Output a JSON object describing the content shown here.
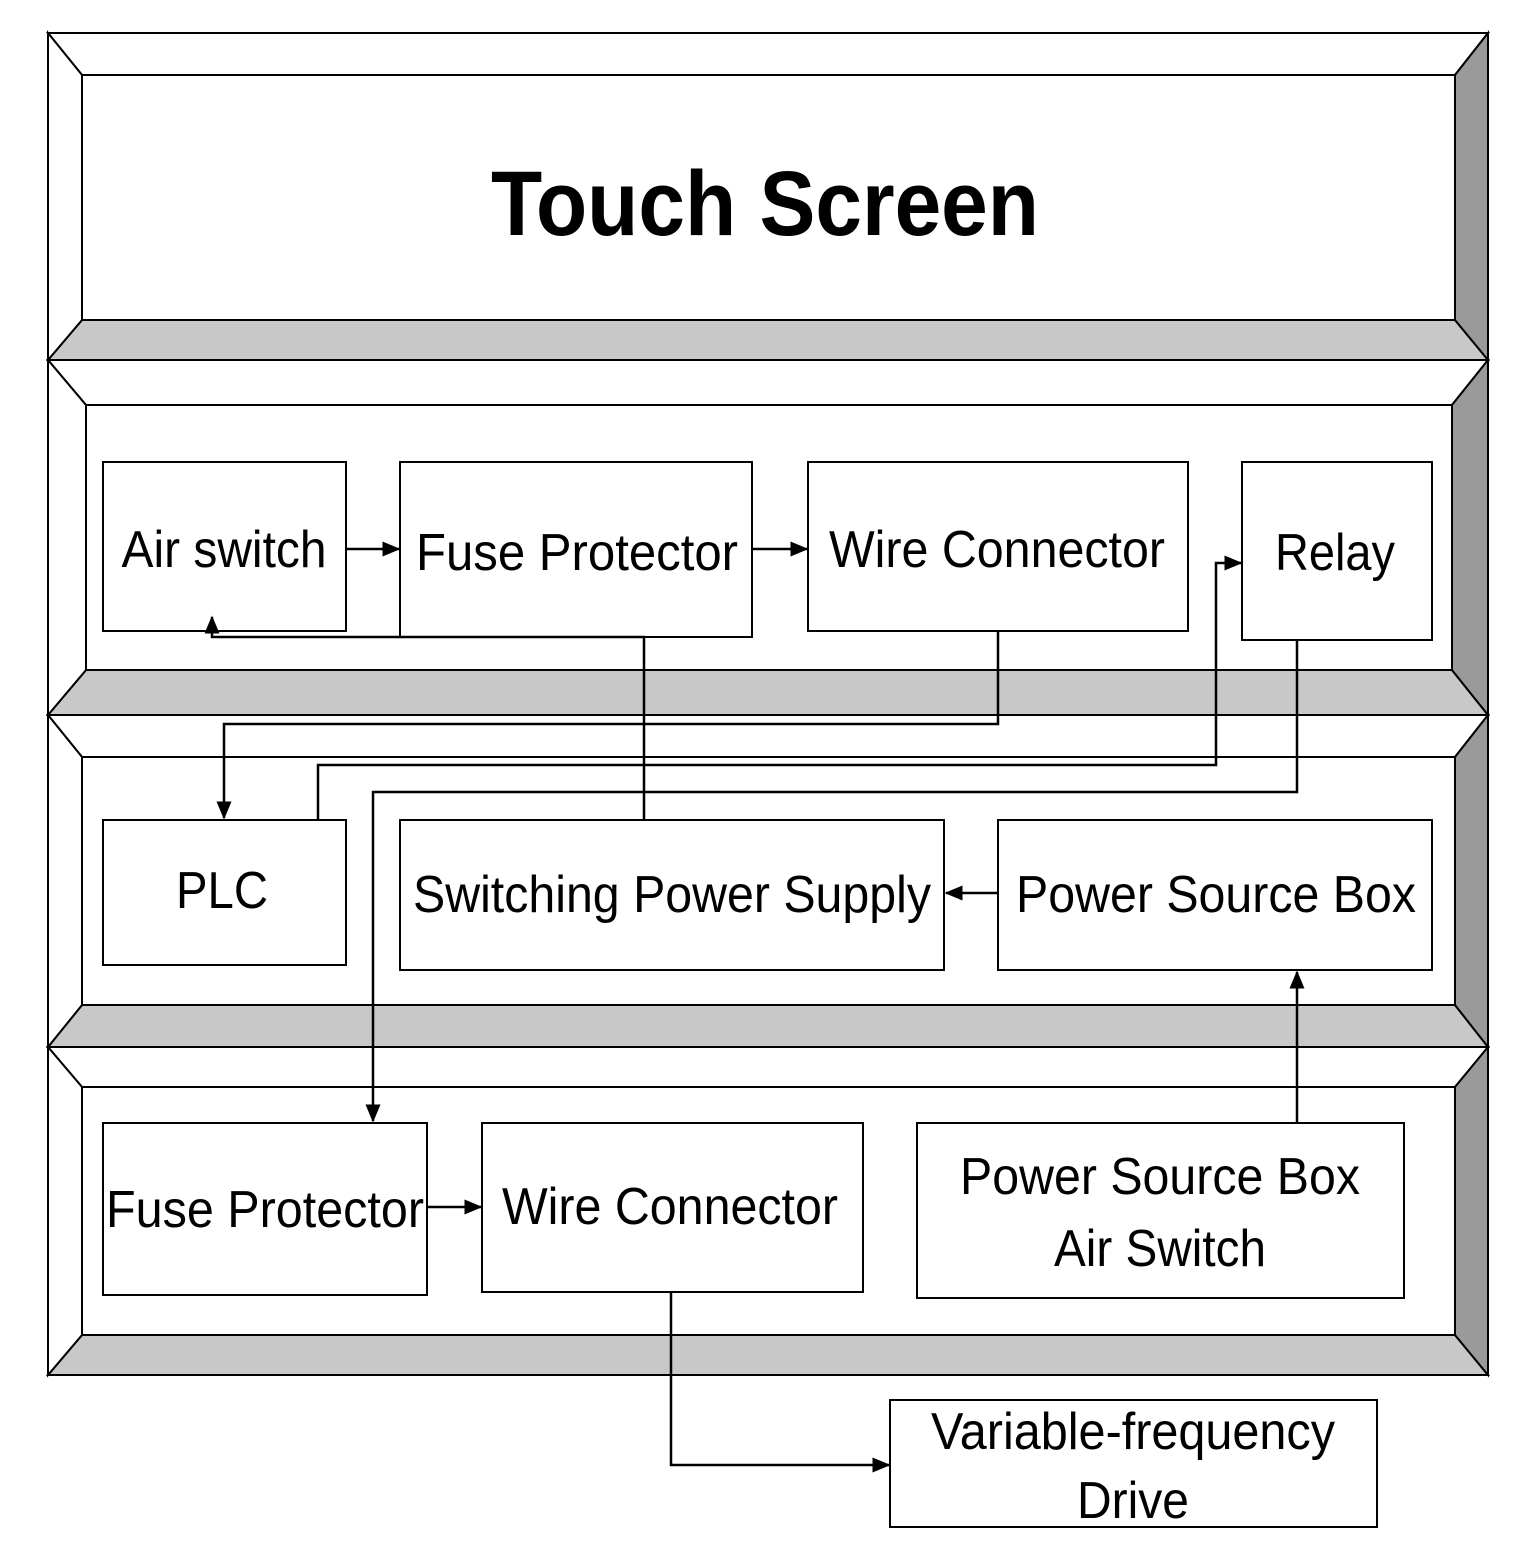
{
  "title": "Touch Screen",
  "row1": {
    "air_switch": "Air switch",
    "fuse_protector": "Fuse Protector",
    "wire_connector": "Wire Connector",
    "relay": "Relay"
  },
  "row2": {
    "plc": "PLC",
    "switching_power_supply": "Switching Power Supply",
    "power_source_box": "Power Source Box"
  },
  "row3": {
    "fuse_protector": "Fuse Protector",
    "wire_connector": "Wire Connector",
    "power_source_box_air_switch_line1": "Power Source Box",
    "power_source_box_air_switch_line2": "Air Switch"
  },
  "external": {
    "vfd_line1": "Variable-frequency",
    "vfd_line2": "Drive"
  },
  "colors": {
    "bevel_top": "#ffffff",
    "bevel_bottom": "#c8c8c8",
    "bevel_right": "#9a9a9a",
    "line": "#000000"
  }
}
